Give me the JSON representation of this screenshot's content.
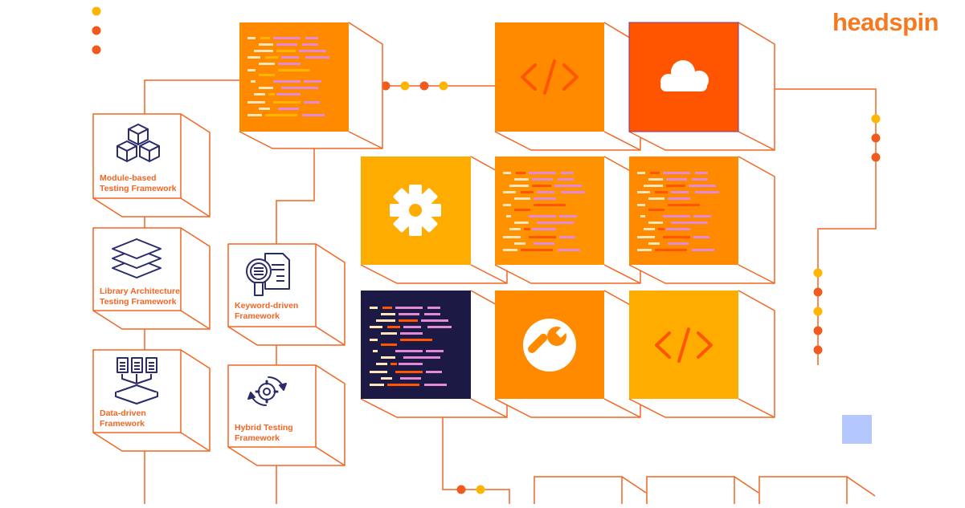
{
  "brand": {
    "logo_text": "headspin"
  },
  "frameworks": [
    {
      "id": "module",
      "label": "Module-based\nTesting Framework",
      "icon": "cubes-icon"
    },
    {
      "id": "library",
      "label": "Library Architecture\nTesting Framework",
      "icon": "layers-icon"
    },
    {
      "id": "data",
      "label": "Data-driven\nFramework",
      "icon": "documents-icon"
    },
    {
      "id": "keyword",
      "label": "Keyword-driven\nFramework",
      "icon": "magnifier-document-icon"
    },
    {
      "id": "hybrid",
      "label": "Hybrid Testing\nFramework",
      "icon": "gear-cycle-icon"
    }
  ],
  "tiles": [
    {
      "id": "code-lines-top",
      "icon": "code-lines-icon"
    },
    {
      "id": "code-tag-top",
      "icon": "code-tag-icon"
    },
    {
      "id": "cloud",
      "icon": "cloud-icon"
    },
    {
      "id": "settings",
      "icon": "gear-icon"
    },
    {
      "id": "code-lines-mid-1",
      "icon": "code-lines-icon"
    },
    {
      "id": "code-lines-mid-2",
      "icon": "code-lines-icon"
    },
    {
      "id": "code-lines-dark",
      "icon": "code-lines-icon"
    },
    {
      "id": "tools",
      "icon": "wrench-icon"
    },
    {
      "id": "code-tag-bottom",
      "icon": "code-tag-icon"
    }
  ],
  "colors": {
    "line": "#f26522",
    "orange": "#ff8a00",
    "amber": "#ffac00",
    "red": "#ff5400",
    "navy": "#1c1a45",
    "dot_yellow": "#ffb400",
    "dot_orange": "#f25a1d",
    "icon_navy": "#2a2b6b",
    "pink": "#e28ad8",
    "cream": "#ffe6b8",
    "square": "#b4c8ff"
  }
}
